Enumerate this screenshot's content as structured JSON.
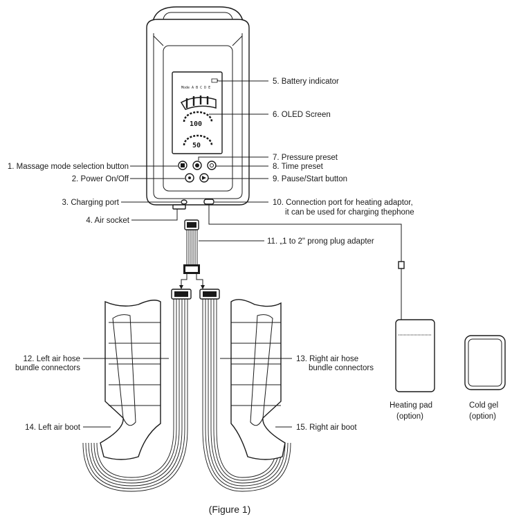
{
  "labels": {
    "l1": "1. Massage mode selection button",
    "l2": "2. Power On/Off",
    "l3": "3. Charging port",
    "l4": "4. Air socket",
    "l5": "5. Battery indicator",
    "l6": "6. OLED Screen",
    "l7": "7. Pressure preset",
    "l8": "8. Time preset",
    "l9": "9. Pause/Start button",
    "l10a": "10. Connection port for heating adaptor,",
    "l10b": "it can be used for charging thephone",
    "l11": "11. „1 to 2\" prong plug adapter",
    "l12a": "12. Left air hose",
    "l12b": "bundle connectors",
    "l13a": "13. Right air hose",
    "l13b": "bundle connectors",
    "l14": "14. Left air boot",
    "l15": "15. Right air boot"
  },
  "accessories": {
    "heating_pad_line1": "Heating pad",
    "heating_pad_line2": "(option)",
    "cold_gel_line1": "Cold gel",
    "cold_gel_line2": "(option)"
  },
  "screen": {
    "mode_text": "Mode A B C D E",
    "pressure_value": "100",
    "time_value": "50"
  },
  "caption": "(Figure 1)"
}
